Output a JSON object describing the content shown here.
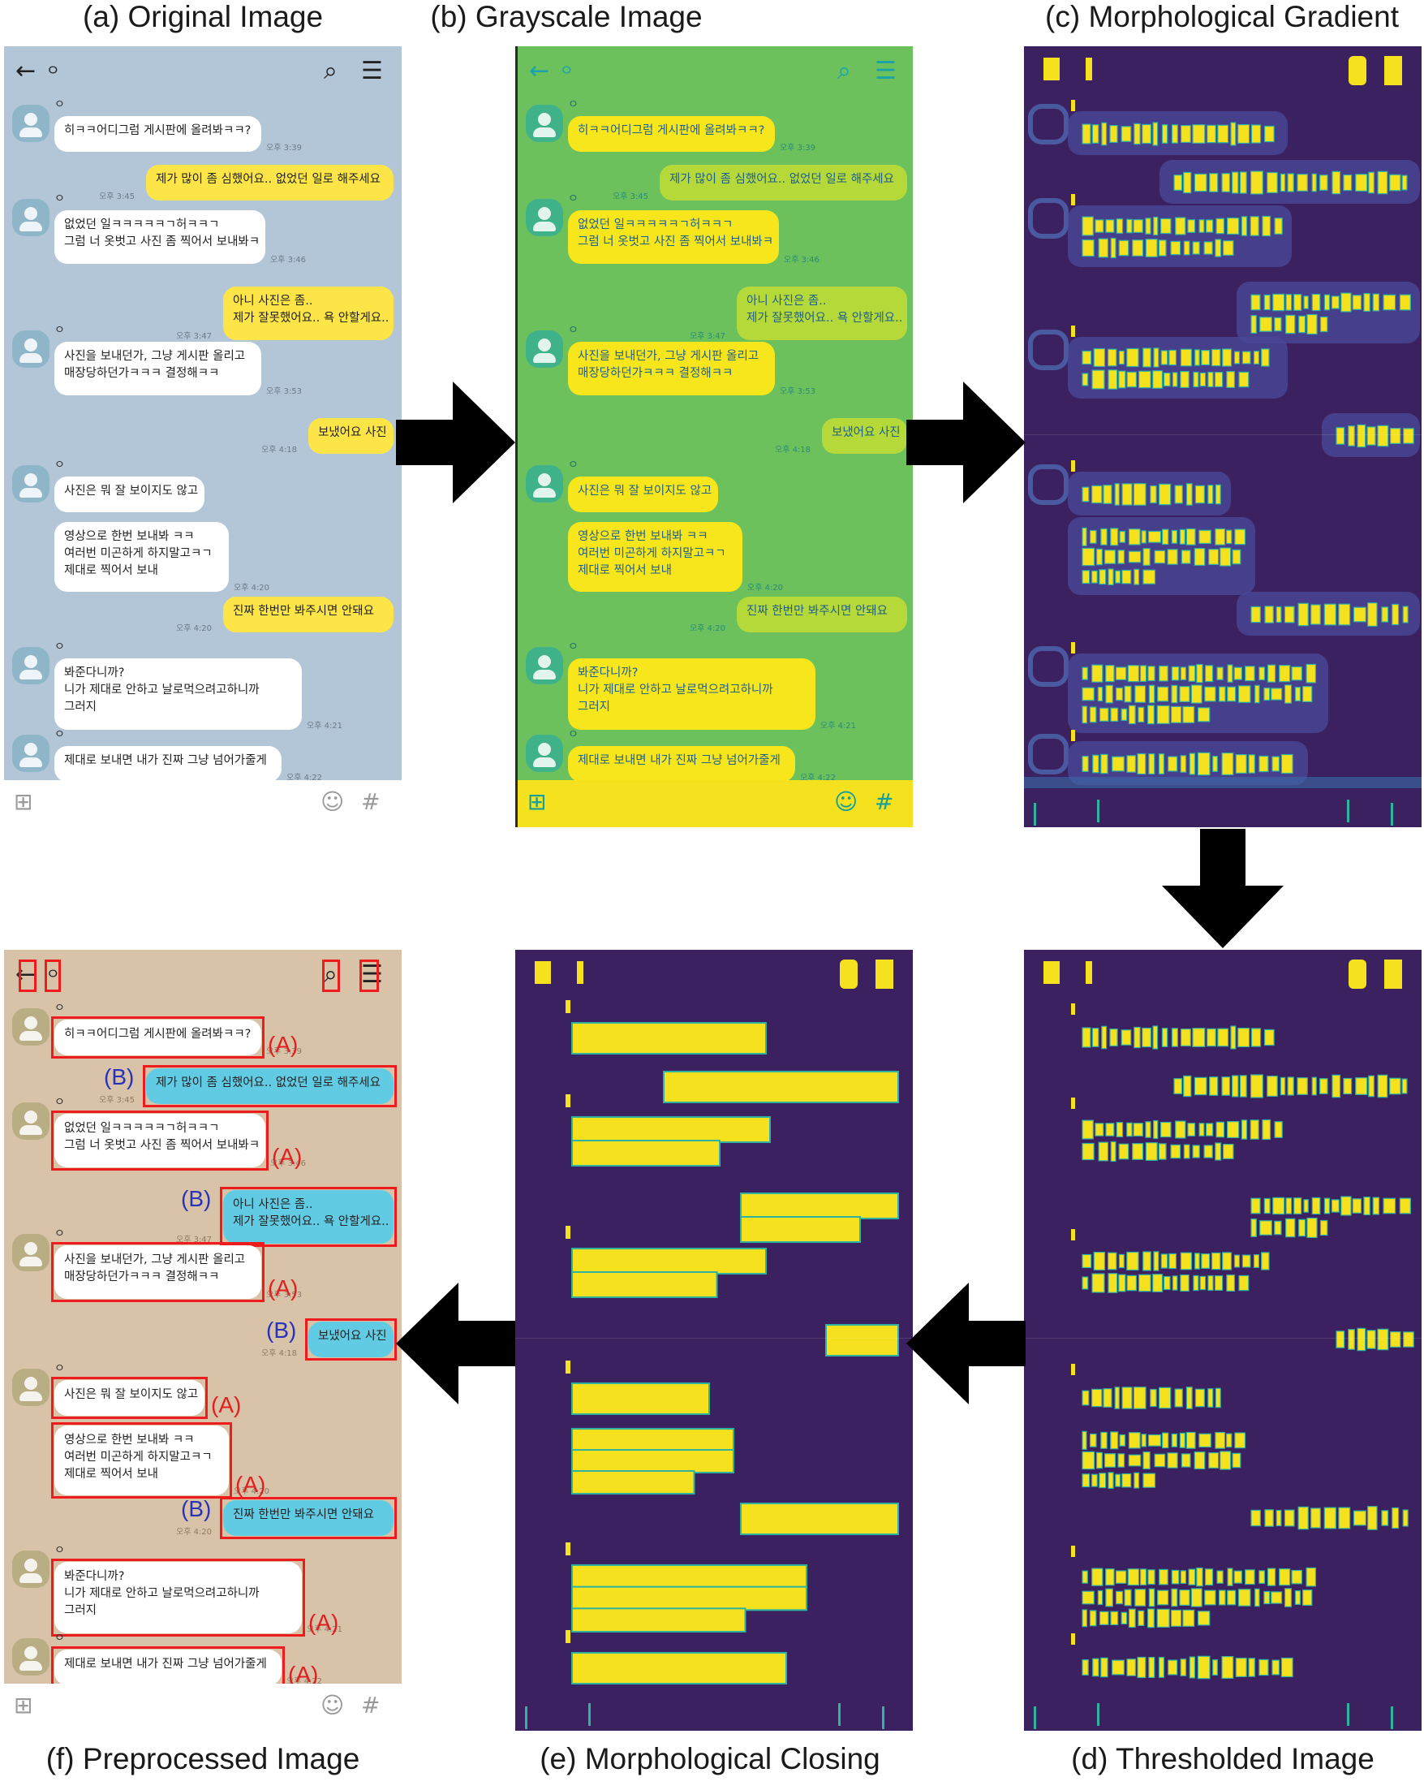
{
  "captions": {
    "a": "(a) Original Image",
    "b": "(b) Grayscale Image",
    "c": "(c) Morphological Gradient",
    "d": "(d) Thresholded Image",
    "e": "(e) Morphological Closing",
    "f": "(f) Preprocessed Image"
  },
  "chat": {
    "top": {
      "back": "←",
      "name": "ㅇ",
      "search": "⌕",
      "menu": "☰"
    },
    "input": {
      "plus": "⊞",
      "emoji": "☺",
      "hash": "#"
    },
    "messages": [
      {
        "side": "in",
        "sender": "ㅇ",
        "text": "히ㅋㅋ어디그럼 게시판에 올려봐ㅋㅋ?",
        "time": "오후 3:39"
      },
      {
        "side": "out",
        "text": "제가 많이 좀 심했어요.. 없었던 일로 해주세요",
        "time": "오후 3:45"
      },
      {
        "side": "in",
        "sender": "ㅇ",
        "text": "없었던 일ㅋㅋㅋㅋㅋㄱ허ㅋㅋㄱ\n그럼 너 옷벗고 사진 좀 찍어서 보내봐ㅋ",
        "time": "오후 3:46"
      },
      {
        "side": "out",
        "text": "아니 사진은 좀..\n제가 잘못했어요.. 욕 안할게요..",
        "time": "오후 3:47"
      },
      {
        "side": "in",
        "sender": "ㅇ",
        "text": "사진을 보내던가, 그냥 게시판 올리고\n매장당하던가ㅋㅋㅋ 결정해ㅋㅋ",
        "time": "오후 3:53"
      },
      {
        "side": "out",
        "text": "보냈어요 사진",
        "time": "오후 4:18"
      },
      {
        "side": "in",
        "sender": "ㅇ",
        "text": "사진은 뭐 잘 보이지도 않고",
        "time": ""
      },
      {
        "side": "in",
        "text": "영상으로 한번 보내봐 ㅋㅋ\n여러번 미곤하게 하지말고ㅋㄱ\n제대로 찍어서 보내",
        "time": "오후 4:20"
      },
      {
        "side": "out",
        "text": "진짜 한번만 봐주시면 안돼요",
        "time": "오후 4:20"
      },
      {
        "side": "in",
        "sender": "ㅇ",
        "text": "봐준다니까?\n니가 제대로 안하고 날로먹으려고하니까\n그러지",
        "time": "오후 4:21"
      },
      {
        "side": "in",
        "sender": "ㅇ",
        "text": "제대로 보내면 내가 진짜 그냥 넘어가줄게",
        "time": "오후 4:22"
      }
    ]
  },
  "labels": {
    "A": "(A)",
    "B": "(B)"
  },
  "colors": {
    "original_bg": "#b3c6d8",
    "original_out": "#fde547",
    "gray_bg": "#6cc15c",
    "gray_in": "#f8e61d",
    "morph_bg": "#3b2160",
    "morph_fg": "#f6e11e",
    "morph_edge": "#2fb2a0",
    "pre_bg": "#d9c3a8",
    "pre_out": "#62cbe4",
    "box_red": "#ee1c1c",
    "label_A": "#e02020",
    "label_B": "#2a33b8",
    "arrow": "#000000"
  },
  "icons": [
    "back-arrow-icon",
    "search-icon",
    "menu-icon",
    "plus-icon",
    "emoji-icon",
    "hash-icon",
    "avatar-icon"
  ]
}
